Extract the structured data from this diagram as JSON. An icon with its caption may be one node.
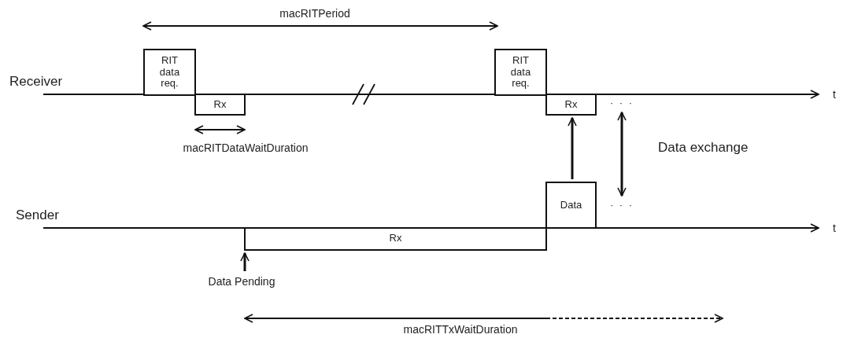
{
  "diagram": {
    "nodes": [
      {
        "text": [
          "RIT data req."
        ]
      },
      {
        "text": [
          "Rx"
        ]
      },
      {
        "text": [
          "RIT data req."
        ]
      },
      {
        "text": [
          "Rx"
        ]
      },
      {
        "text": [
          "Data"
        ]
      },
      {
        "text": [
          "Rx"
        ]
      },
      {
        "text": [
          "· · ·"
        ]
      },
      {
        "text": [
          "· · ·"
        ]
      },
      {
        "text": [
          "Data Pending"
        ]
      }
    ],
    "edges": [
      {
        "from": 4,
        "to": 3,
        "arrow": "to"
      },
      {
        "from": 6,
        "to": 7,
        "arrow": "both"
      },
      {
        "from": 8,
        "to": 5,
        "arrow": "to"
      }
    ],
    "labels": [
      "macRITPeriod",
      "Receiver",
      "t",
      "macRITDataWaitDuration",
      "Data exchange",
      "Sender",
      "t",
      "macRITTxWaitDuration"
    ]
  }
}
